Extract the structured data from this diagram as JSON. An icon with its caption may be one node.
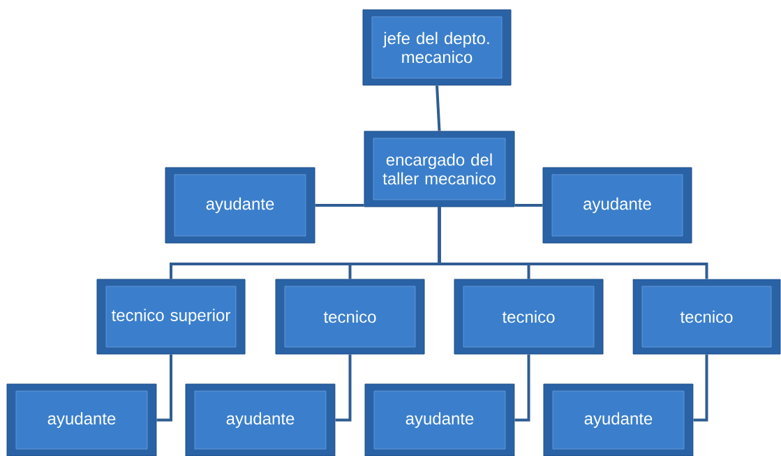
{
  "diagram": {
    "nodes": [
      {
        "text": [
          "jefe del depto. mecanico"
        ]
      },
      {
        "text": [
          "encargado del taller mecanico"
        ]
      },
      {
        "text": [
          "ayudante"
        ]
      },
      {
        "text": [
          "ayudante"
        ]
      },
      {
        "text": [
          "tecnico superior"
        ]
      },
      {
        "text": [
          "tecnico"
        ]
      },
      {
        "text": [
          "tecnico"
        ]
      },
      {
        "text": [
          "tecnico"
        ]
      },
      {
        "text": [
          "ayudante"
        ]
      },
      {
        "text": [
          "ayudante"
        ]
      },
      {
        "text": [
          "ayudante"
        ]
      },
      {
        "text": [
          "ayudante"
        ]
      }
    ],
    "edges": [
      {
        "from": 0,
        "to": 1,
        "arrow": "none"
      },
      {
        "from": 1,
        "to": 2,
        "arrow": "none"
      },
      {
        "from": 1,
        "to": 3,
        "arrow": "none"
      },
      {
        "from": 1,
        "to": 4,
        "arrow": "none"
      },
      {
        "from": 1,
        "to": 5,
        "arrow": "none"
      },
      {
        "from": 1,
        "to": 6,
        "arrow": "none"
      },
      {
        "from": 1,
        "to": 7,
        "arrow": "none"
      },
      {
        "from": 4,
        "to": 8,
        "arrow": "none"
      },
      {
        "from": 5,
        "to": 9,
        "arrow": "none"
      },
      {
        "from": 6,
        "to": 10,
        "arrow": "none"
      },
      {
        "from": 7,
        "to": 11,
        "arrow": "none"
      }
    ]
  }
}
